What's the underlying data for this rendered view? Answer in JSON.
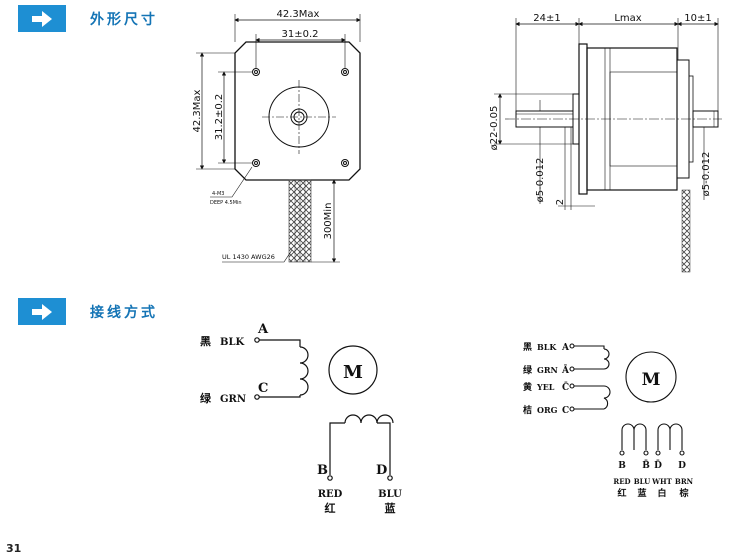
{
  "sections": {
    "outline": {
      "title": "外形尺寸"
    },
    "wiring": {
      "title": "接线方式"
    }
  },
  "front_view": {
    "overall_width": "42.3Max",
    "hole_pitch_h": "31±0.2",
    "overall_height": "42.3Max",
    "hole_pitch_v": "31.2±0.2",
    "screw_note_1": "4-M3",
    "screw_note_2": "DEEP 4.5Min",
    "lead_length": "300Min",
    "wire_spec": "UL 1430 AWG26"
  },
  "side_view": {
    "shaft_length": "24±1",
    "body_length": "Lmax",
    "rear_shaft": "10±1",
    "boss_diameter": "ø22-0.05",
    "shaft_diameter": "ø5-0.012",
    "flat": "2",
    "rear_shaft_diameter": "ø5-0.012"
  },
  "bipolar": {
    "terminals": [
      "A",
      "C",
      "B",
      "D"
    ],
    "wires": [
      {
        "cn": "黑",
        "en": "BLK"
      },
      {
        "cn": "绿",
        "en": "GRN"
      },
      {
        "cn": "红",
        "en": "RED"
      },
      {
        "cn": "蓝",
        "en": "BLU"
      }
    ],
    "motor": "M"
  },
  "unipolar": {
    "rows": [
      {
        "cn": "黑",
        "en": "BLK",
        "term": "A"
      },
      {
        "cn": "绿",
        "en": "GRN",
        "term": "Ā"
      },
      {
        "cn": "黄",
        "en": "YEL",
        "term": "C̄"
      },
      {
        "cn": "桔",
        "en": "ORG",
        "term": "C"
      }
    ],
    "bottom_terms": [
      "B",
      "B̄",
      "D̄",
      "D"
    ],
    "bottom_en": [
      "RED",
      "BLU",
      "WHT",
      "BRN"
    ],
    "bottom_cn": [
      "红",
      "蓝",
      "白",
      "棕"
    ],
    "motor": "M"
  },
  "page_number": "31",
  "colors": {
    "accent": "#1e8fd3",
    "title": "#1474b5"
  }
}
